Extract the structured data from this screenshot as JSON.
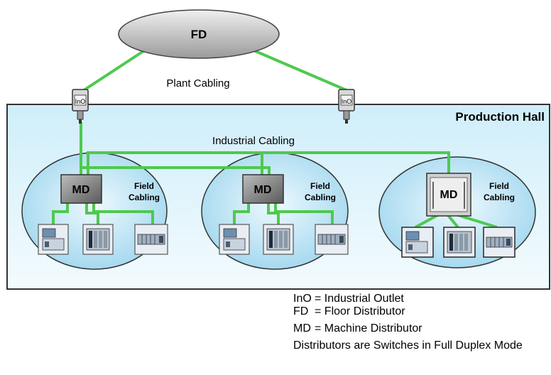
{
  "colors": {
    "cable": "#4ec94e",
    "hall_fill": "#dff2fb",
    "hall_stroke": "#333333",
    "ellipse_fill": "#bfe6f6",
    "md_fill": "#7d7d7d",
    "device_fill": "#e9eef4"
  },
  "fd": {
    "label": "FD"
  },
  "plant_cabling": "Plant Cabling",
  "production_hall": "Production Hall",
  "industrial_cabling": "Industrial Cabling",
  "outlets": [
    {
      "label": "InO"
    },
    {
      "label": "InO"
    }
  ],
  "cells": [
    {
      "md_label": "MD",
      "field_label_1": "Field",
      "field_label_2": "Cabling",
      "devices": [
        "plc-device-icon",
        "rack-device-icon",
        "io-module-icon"
      ]
    },
    {
      "md_label": "MD",
      "field_label_1": "Field",
      "field_label_2": "Cabling",
      "devices": [
        "plc-device-icon",
        "rack-device-icon",
        "io-module-icon"
      ]
    },
    {
      "md_label": "MD",
      "field_label_1": "Field",
      "field_label_2": "Cabling",
      "devices": [
        "plc-device-icon",
        "rack-device-icon",
        "io-module-icon"
      ]
    }
  ],
  "legend": [
    {
      "abbr": "InO",
      "desc": "= Industrial Outlet"
    },
    {
      "abbr": "FD",
      "desc": "= Floor Distributor"
    },
    {
      "abbr": "MD",
      "desc": "= Machine Distributor"
    }
  ],
  "legend_note": "Distributors are Switches in Full Duplex Mode"
}
